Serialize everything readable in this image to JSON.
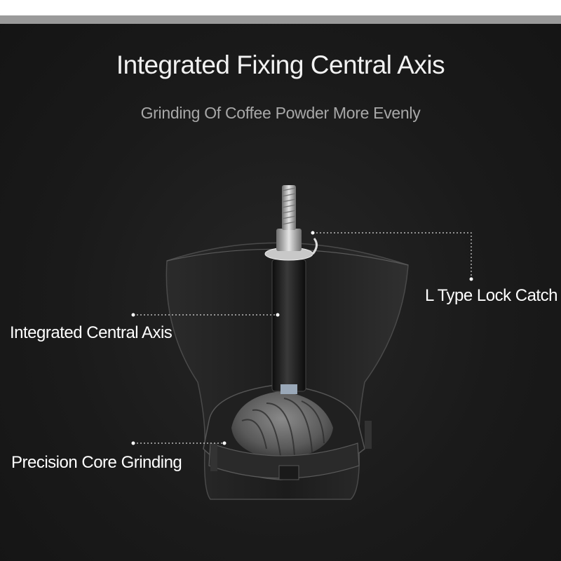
{
  "header": {
    "title": "Integrated Fixing Central Axis",
    "subtitle": "Grinding Of Coffee Powder More Evenly"
  },
  "callouts": {
    "lock": "L Type Lock Catch",
    "axis": "Integrated Central Axis",
    "core": "Precision Core Grinding"
  },
  "colors": {
    "background": "#1a1a1a",
    "text": "#ffffff",
    "subtitle": "#a8a8a8",
    "metal": "#b8b8b8"
  }
}
